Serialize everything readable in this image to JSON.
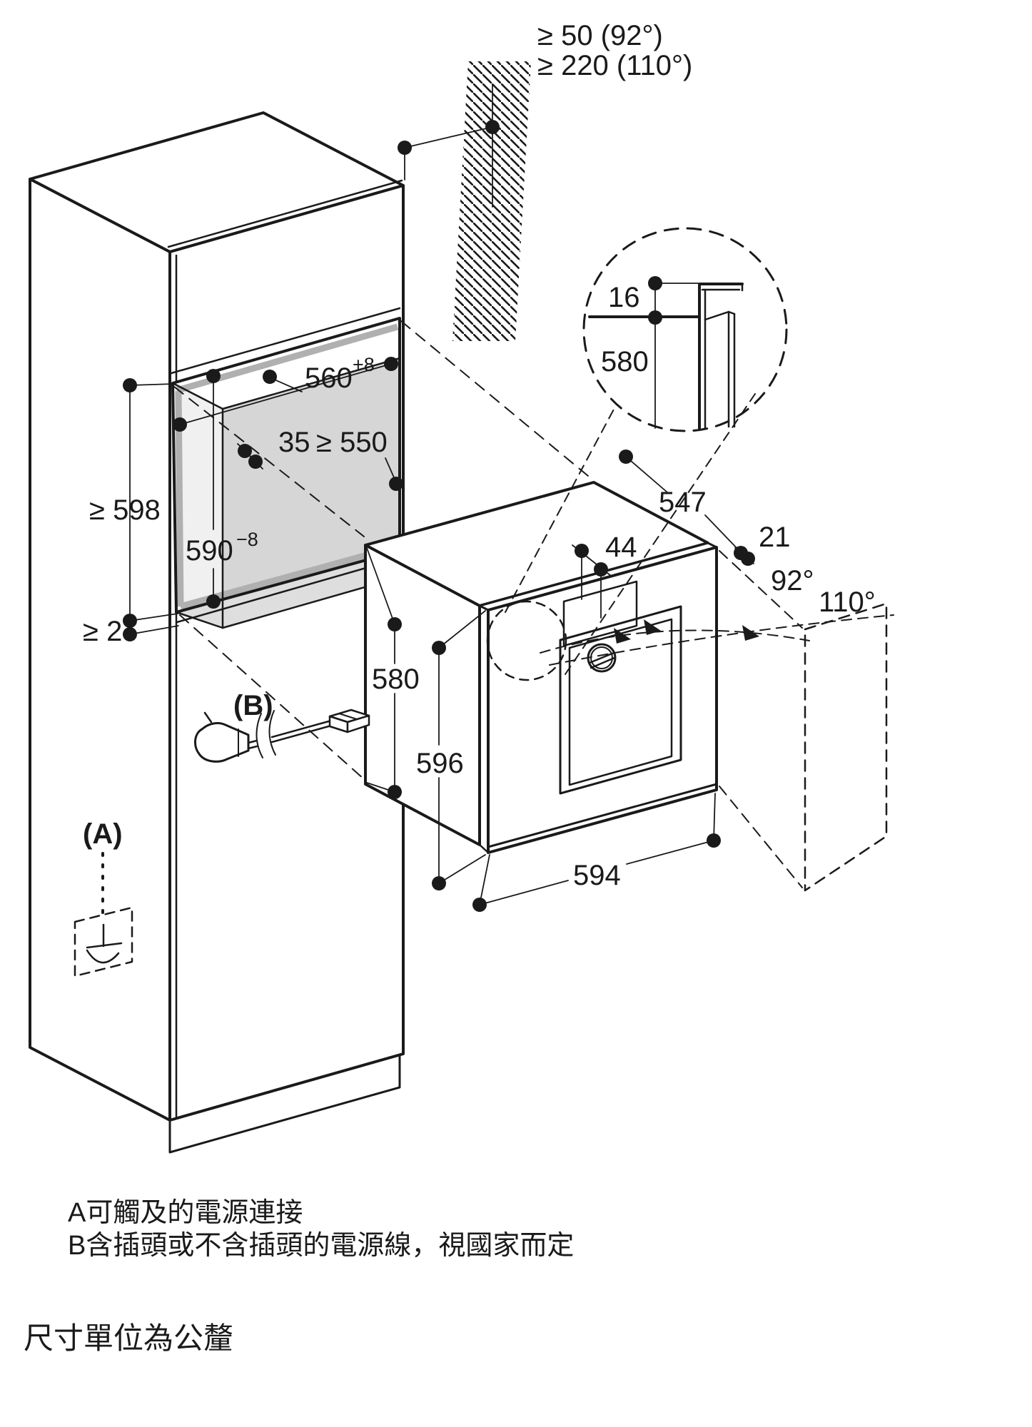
{
  "figure": {
    "clearance": {
      "line1": "≥ 50 (92°)",
      "line2": "≥ 220 (110°)"
    },
    "detail": {
      "edge_overlap": "16",
      "height": "580"
    },
    "niche": {
      "width": "560",
      "width_tol": "+8",
      "front_strip": "35",
      "depth": "≥ 550",
      "outer_height": "≥ 598",
      "height": "590",
      "height_tol": "−8",
      "bottom_gap": "≥ 2"
    },
    "oven": {
      "body_height": "580",
      "front_height": "596",
      "width": "594",
      "panel_depth": "44",
      "depth": "547",
      "door_thickness": "21"
    },
    "angles": {
      "small": "92°",
      "large": "110°"
    },
    "callouts": {
      "a": "(A)",
      "b": "(B)"
    }
  },
  "notes": {
    "a": "A可觸及的電源連接",
    "b": "B含插頭或不含插頭的電源線，視國家而定",
    "units": "尺寸單位為公釐"
  },
  "colors": {
    "line": "#1a1a1a",
    "niche_back": "#d6d6d6",
    "niche_floor": "#dedede",
    "niche_side": "#f0f0f0",
    "edge_band": "#b0b0b0",
    "background": "#ffffff"
  }
}
